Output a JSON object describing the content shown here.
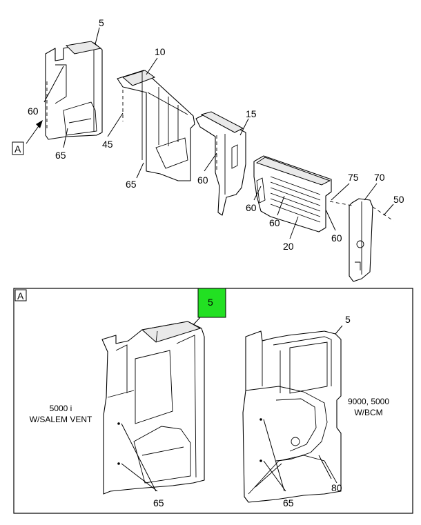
{
  "callouts": {
    "top_5": "5",
    "top_60_a": "60",
    "top_65_a": "65",
    "top_45": "45",
    "top_10": "10",
    "top_65_b": "65",
    "top_60_b": "60",
    "top_15": "15",
    "top_60_c": "60",
    "top_60_d": "60",
    "top_20": "20",
    "top_60_e": "60",
    "top_75": "75",
    "top_70": "70",
    "top_50": "50",
    "detail_ref_top": "A",
    "detail_5_highlight": "5",
    "detail_5_right": "5",
    "detail_65_left": "65",
    "detail_65_right": "65",
    "detail_80": "80"
  },
  "detail": {
    "label": "A",
    "left_note_line1": "5000 i",
    "left_note_line2": "W/SALEM VENT",
    "right_note_line1": "9000, 5000",
    "right_note_line2": "W/BCM"
  },
  "colors": {
    "highlight": "#22e022",
    "stroke": "#000000",
    "shade": "#e9e9e9"
  }
}
